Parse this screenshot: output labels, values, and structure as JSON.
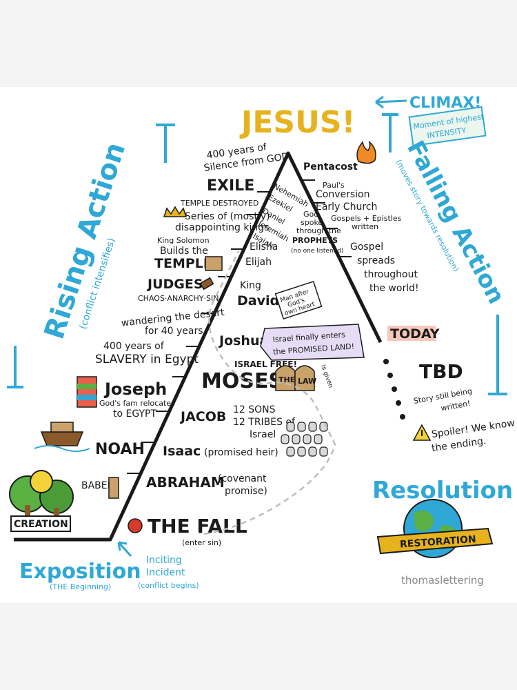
{
  "climax": {
    "title": "JESUS!",
    "label": "CLIMAX!",
    "note_line1": "Moment of highest",
    "note_line2": "INTENSITY"
  },
  "sections": {
    "rising_action": "Rising Action",
    "rising_sub": "(conflict intensifies)",
    "falling_action": "Falling Action",
    "falling_sub": "(moves story towards resolution)",
    "exposition": "Exposition",
    "exposition_sub": "(THE Beginning)",
    "inciting_line1": "Inciting",
    "inciting_line2": "Incident",
    "inciting_sub": "(conflict begins)",
    "resolution": "Resolution",
    "restoration": "RESTORATION"
  },
  "rising_left": {
    "silence_line1": "400 years of",
    "silence_line2": "Silence from GOD",
    "exile": "EXILE",
    "temple_destroyed": "TEMPLE DESTROYED",
    "kings_line1": "Series of (mostly)",
    "kings_line2": "disappointing kings",
    "solomon_line1": "King Solomon",
    "solomon_line2": "Builds the",
    "solomon_line3": "TEMPLE",
    "judges": "JUDGES",
    "judges_sub": "CHAOS·ANARCHY·SIN",
    "wander_line1": "wandering the desert",
    "wander_line2": "for 40 years",
    "slavery_line1": "400 years of",
    "slavery_line2": "SLAVERY in Egypt",
    "joseph": "Joseph",
    "joseph_line1": "God's fam relocates",
    "joseph_line2": "to EGYPT",
    "noah": "NOAH",
    "babel": "BABEL",
    "creation": "CREATION"
  },
  "rising_right": {
    "prophets": [
      "Nehemiah",
      "Ezekiel",
      "Daniel",
      "Jeremiah",
      "Isaiah",
      "Elisha",
      "Elijah"
    ],
    "prophets_note_line1": "God",
    "prophets_note_line2": "spoke",
    "prophets_note_line3": "through the",
    "prophets_note_line4": "PROPHETS",
    "prophets_note_line5": "(no one listened)",
    "king": "King",
    "david": "David",
    "david_note_line1": "Man after",
    "david_note_line2": "God's",
    "david_note_line3": "own heart",
    "joshua": "Joshua",
    "joshua_note_line1": "Israel finally enters",
    "joshua_note_line2": "the PROMISED LAND!",
    "israel_free": "ISRAEL FREE!",
    "moses": "MOSES",
    "law_line1": "THE",
    "law_line2": "LAW",
    "law_given": "is given",
    "jacob": "JACOB",
    "sons_line1": "12 SONS",
    "sons_line2": "12 TRIBES of",
    "sons_line3": "Israel",
    "isaac": "Isaac",
    "isaac_note": "(promised heir)",
    "abraham": "ABRAHAM",
    "abraham_note_line1": "(covenant",
    "abraham_note_line2": "promise)",
    "fall": "THE FALL",
    "fall_sub": "(enter sin)"
  },
  "falling": {
    "pentecost": "Pentacost",
    "paul_line1": "Paul's",
    "paul_line2": "Conversion",
    "early_church": "Early Church",
    "gospels_line1": "Gospels + Epistles",
    "gospels_line2": "written",
    "spread_line1": "Gospel",
    "spread_line2": "spreads",
    "spread_line3": "throughout",
    "spread_line4": "the world!",
    "today": "TODAY",
    "tbd": "TBD",
    "tbd_line1": "Story still being",
    "tbd_line2": "written!",
    "spoiler_line1": "Spoiler! We know",
    "spoiler_line2": "the ending."
  },
  "credit": "thomaslettering",
  "colors": {
    "blue": "#2fa8d6",
    "gold": "#e6b21e",
    "ink": "#1a1a1a"
  }
}
